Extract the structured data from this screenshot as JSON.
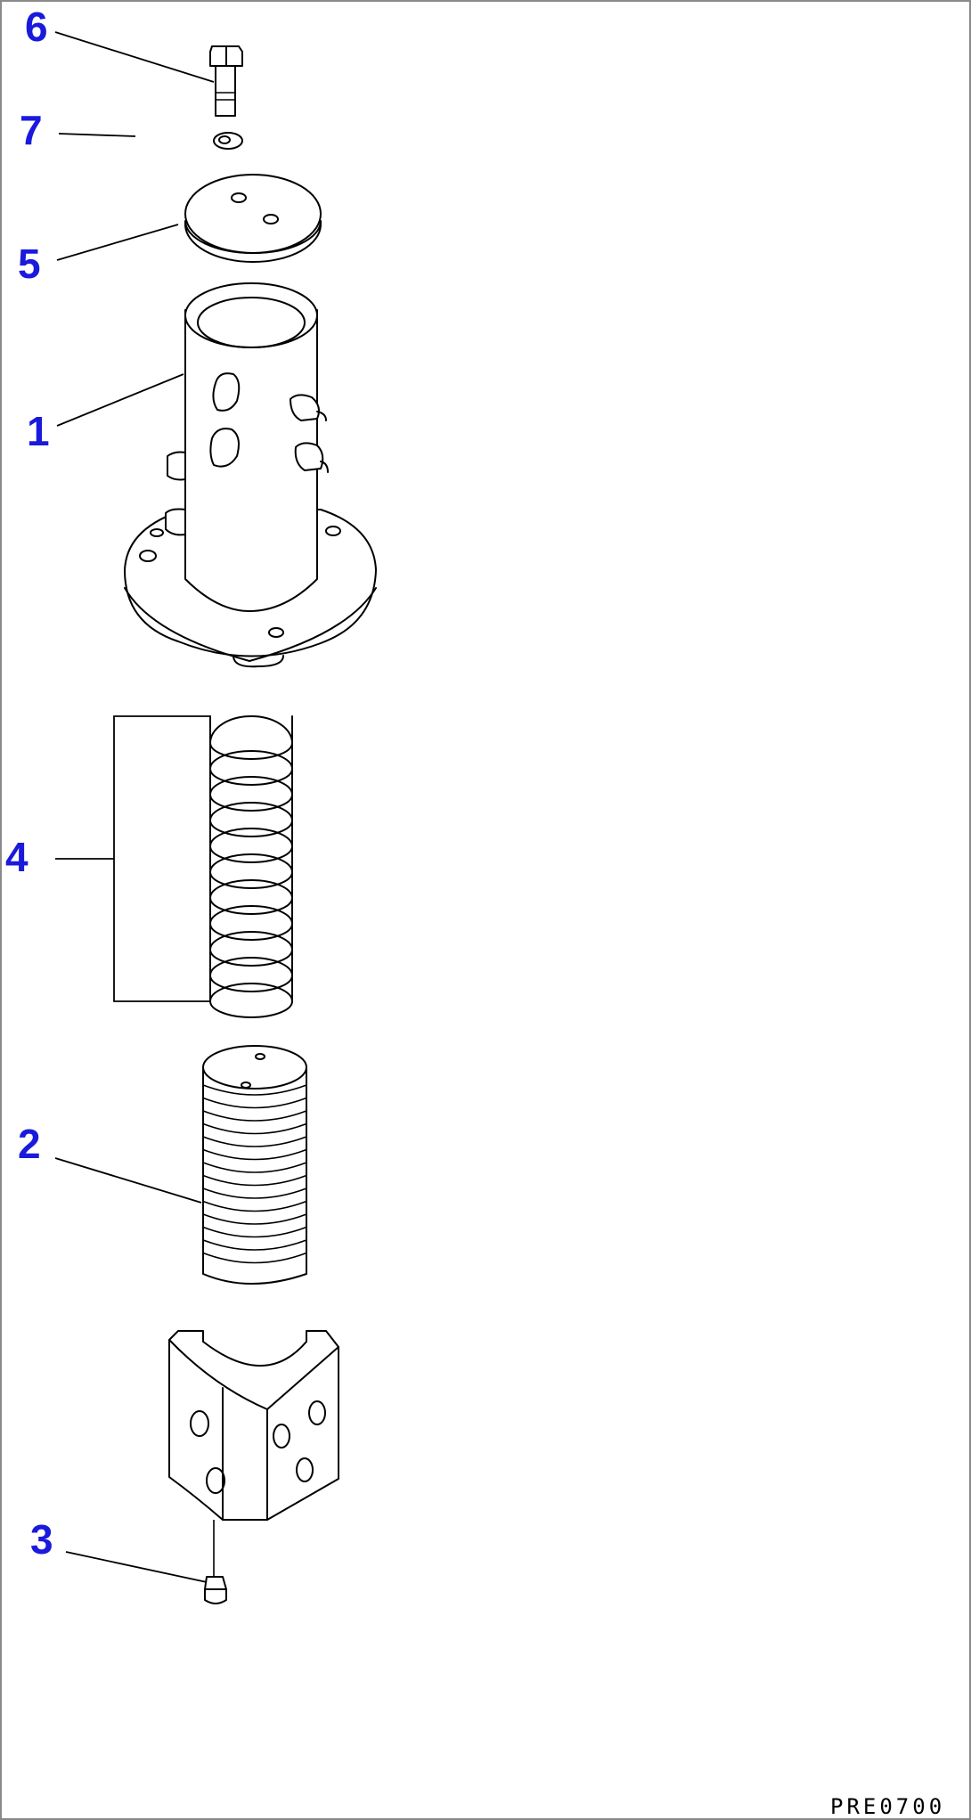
{
  "callouts": [
    {
      "id": "6",
      "label": "6"
    },
    {
      "id": "7",
      "label": "7"
    },
    {
      "id": "5",
      "label": "5"
    },
    {
      "id": "1",
      "label": "1"
    },
    {
      "id": "4",
      "label": "4"
    },
    {
      "id": "2",
      "label": "2"
    },
    {
      "id": "3",
      "label": "3"
    }
  ],
  "drawing_ref": "PRE0700",
  "colors": {
    "callout": "#1a1adc",
    "line": "#000000",
    "frame": "#8a8a8a"
  }
}
